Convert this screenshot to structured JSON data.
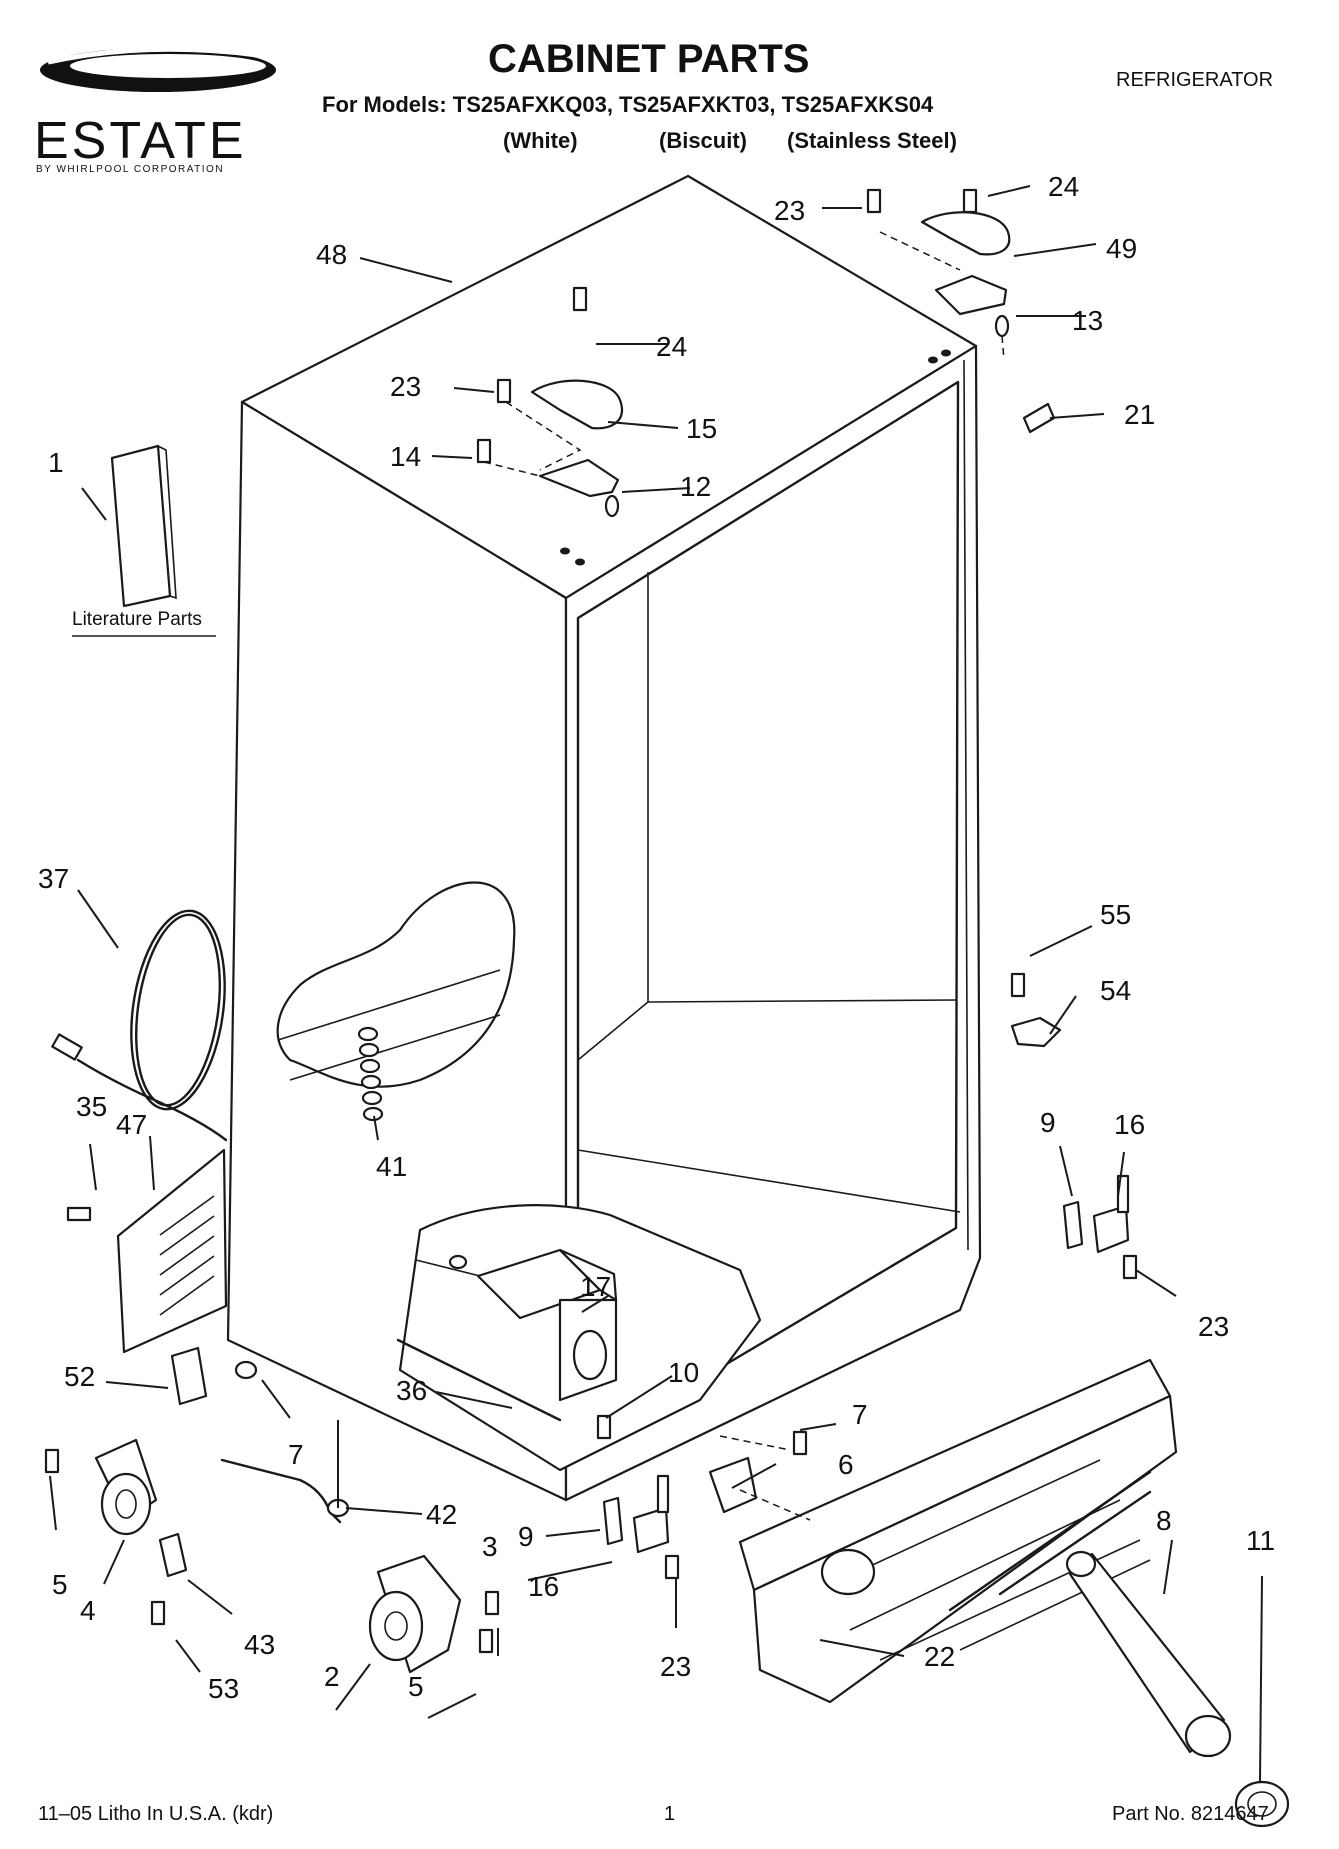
{
  "header": {
    "brand_name": "ESTATE",
    "brand_tagline": "BY WHIRLPOOL CORPORATION",
    "title": "CABINET PARTS",
    "models_line": "For Models: TS25AFXKQ03, TS25AFXKT03, TS25AFXKS04",
    "color_white": "(White)",
    "color_biscuit": "(Biscuit)",
    "color_stainless": "(Stainless Steel)",
    "appliance_type": "REFRIGERATOR"
  },
  "literature_label": "Literature Parts",
  "callouts": {
    "c1": "1",
    "c2": "2",
    "c3": "3",
    "c4": "4",
    "c5a": "5",
    "c5b": "5",
    "c6": "6",
    "c7a": "7",
    "c7b": "7",
    "c8": "8",
    "c9a": "9",
    "c9b": "9",
    "c10": "10",
    "c11": "11",
    "c12": "12",
    "c13": "13",
    "c14": "14",
    "c15": "15",
    "c16a": "16",
    "c16b": "16",
    "c17": "17",
    "c21": "21",
    "c22": "22",
    "c23a": "23",
    "c23b": "23",
    "c23c": "23",
    "c23d": "23",
    "c24a": "24",
    "c24b": "24",
    "c35": "35",
    "c36": "36",
    "c37": "37",
    "c41": "41",
    "c42": "42",
    "c43": "43",
    "c47": "47",
    "c48": "48",
    "c49": "49",
    "c52": "52",
    "c53": "53",
    "c54": "54",
    "c55": "55"
  },
  "footer": {
    "litho": "11–05 Litho In U.S.A. (kdr)",
    "page_number": "1",
    "part_number": "Part No. 8214647"
  }
}
